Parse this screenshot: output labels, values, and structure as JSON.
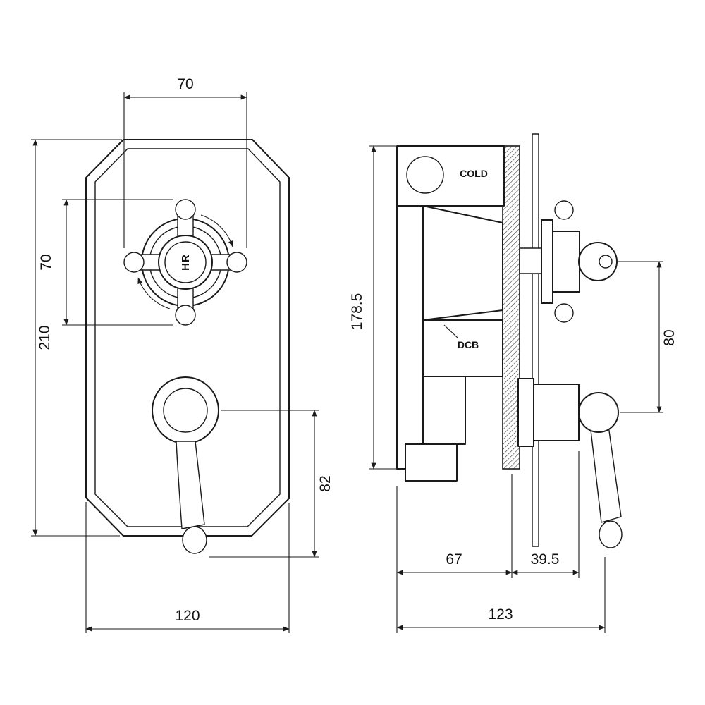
{
  "drawing": {
    "colors": {
      "line": "#1a1a1a",
      "background": "#ffffff"
    },
    "front_view": {
      "dim_handle_width_top": "70",
      "dim_handle_height_left": "70",
      "dim_plate_height": "210",
      "dim_lever_drop": "82",
      "dim_plate_width": "120",
      "hub_label": "HR"
    },
    "side_view": {
      "dim_overall_height": "178.5",
      "dim_handle_centres": "80",
      "dim_body_depth": "67",
      "dim_handle_projection": "39.5",
      "dim_overall_depth": "123",
      "label_cold_port": "COLD",
      "label_body": "DCB"
    }
  }
}
